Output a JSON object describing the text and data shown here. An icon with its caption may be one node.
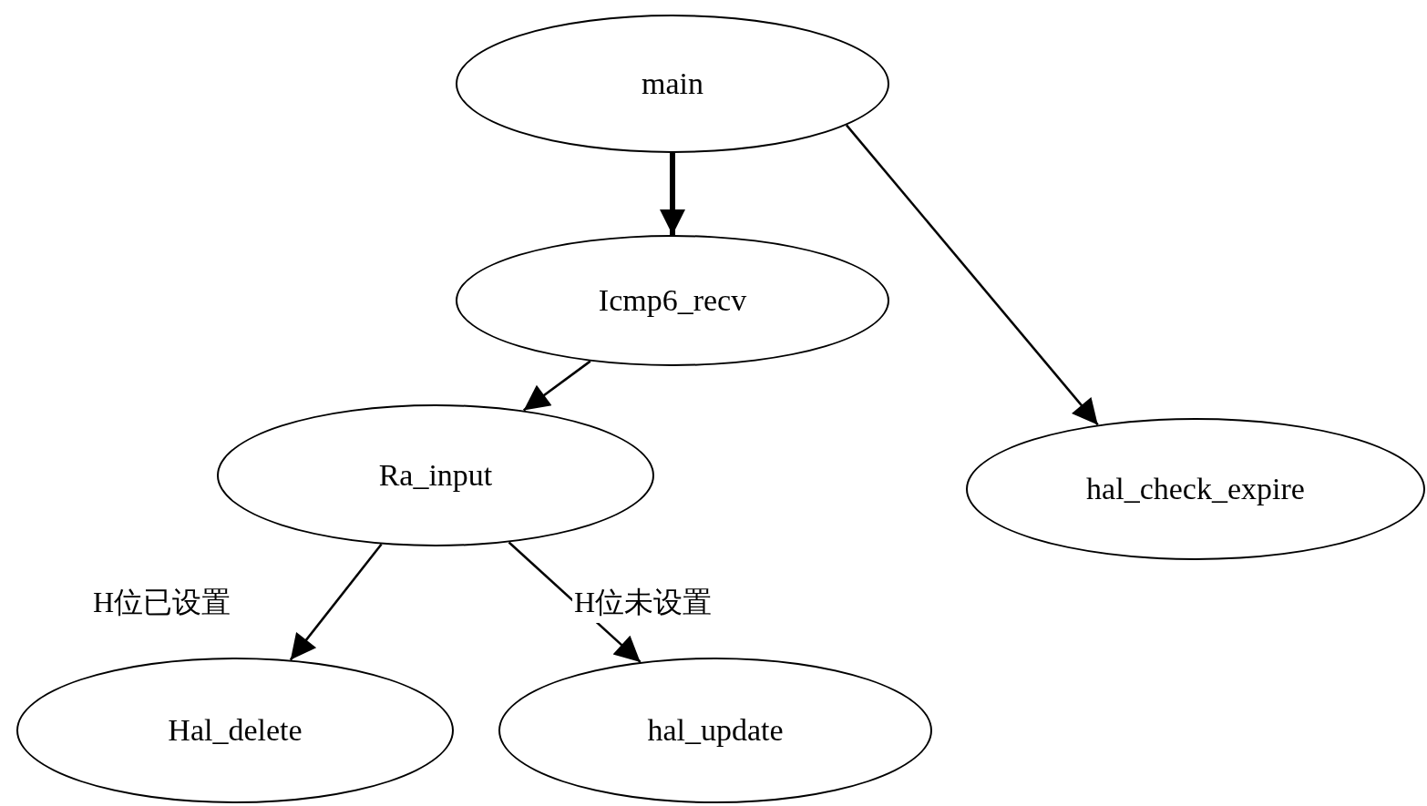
{
  "diagram": {
    "nodes": [
      {
        "text": [
          "main"
        ]
      },
      {
        "text": [
          "Icmp6_recv"
        ]
      },
      {
        "text": [
          "Ra_input"
        ]
      },
      {
        "text": [
          "hal_check_expire"
        ]
      },
      {
        "text": [
          "Hal_delete"
        ]
      },
      {
        "text": [
          "hal_update"
        ]
      }
    ],
    "edges": [
      {
        "from": 0,
        "to": 1,
        "arrow": "to",
        "style": "thick"
      },
      {
        "from": 0,
        "to": 3,
        "arrow": "to"
      },
      {
        "from": 1,
        "to": 2,
        "arrow": "to"
      },
      {
        "from": 2,
        "to": 4,
        "arrow": "to",
        "label": "H位已设置"
      },
      {
        "from": 2,
        "to": 5,
        "arrow": "to",
        "label": "H位未设置"
      }
    ]
  }
}
